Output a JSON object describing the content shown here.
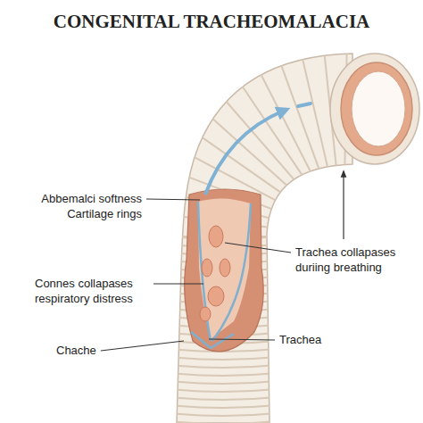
{
  "diagram": {
    "title": "CONGENITAL TRACHEOMALACIA",
    "labels": [
      "Abbemalci softness Cartilage rings",
      "Trachea collapases duriing breathing",
      "Connes collapases respiratory distress",
      "Chache",
      "Trachea"
    ]
  }
}
